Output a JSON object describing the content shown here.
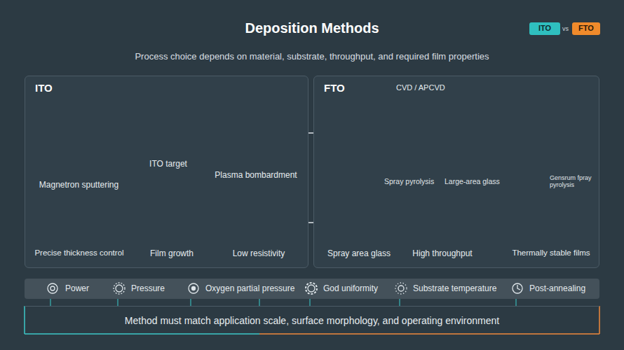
{
  "diagram": {
    "title": "Deposition Methods",
    "nodes": [
      {
        "text": [
          "ITO"
        ]
      },
      {
        "text": [
          "FTO"
        ]
      },
      {
        "text": [
          "ITO"
        ]
      },
      {
        "text": [
          "FTO"
        ]
      },
      {
        "text": [
          "Magnetron sputtering"
        ],
        "in": 2
      },
      {
        "text": [
          "ITO target"
        ],
        "in": 2
      },
      {
        "text": [
          "Plasma bombardment"
        ],
        "in": 2
      },
      {
        "text": [
          "Precise thickness control"
        ],
        "in": 2
      },
      {
        "text": [
          "Film growth"
        ],
        "in": 2
      },
      {
        "text": [
          "Low resistivity"
        ],
        "in": 2
      },
      {
        "text": [
          "CVD / APCVD"
        ],
        "in": 3
      },
      {
        "text": [
          "Spray area glass"
        ],
        "in": 3
      },
      {
        "text": [
          "High throughput"
        ],
        "in": 3
      },
      {
        "text": [
          "Thermally stable films"
        ],
        "in": 3
      },
      {
        "text": [
          "Power",
          "Pressure",
          "Oxygen partial pressure",
          "God uniformity",
          "Substrate temperature",
          "Post-annealing"
        ]
      },
      {
        "text": [
          "Method must match application scale, surface morphology, and operating environment"
        ]
      }
    ],
    "edges": [
      {
        "from": 4,
        "to": 5,
        "arrow": "to"
      },
      {
        "from": 5,
        "to": 6,
        "arrow": "to"
      },
      {
        "from": 6,
        "to": 10,
        "arrow": "none"
      },
      {
        "from": 4,
        "to": 7,
        "arrow": "to"
      },
      {
        "from": 7,
        "to": 8,
        "arrow": "to"
      },
      {
        "from": 8,
        "to": 9,
        "arrow": "to"
      },
      {
        "from": 9,
        "to": 11,
        "arrow": "to"
      },
      {
        "from": 11,
        "to": 12,
        "arrow": "to"
      },
      {
        "from": 12,
        "to": 13,
        "arrow": "to"
      },
      {
        "from": 10,
        "to": 13,
        "arrow": "none"
      }
    ],
    "labels": [
      "vs",
      "Process choice depends on material, substrate, throughput, and required film properties",
      "Spray pyrolysis",
      "Large-area glass",
      "Gensrum fpray pyrolysis"
    ]
  }
}
